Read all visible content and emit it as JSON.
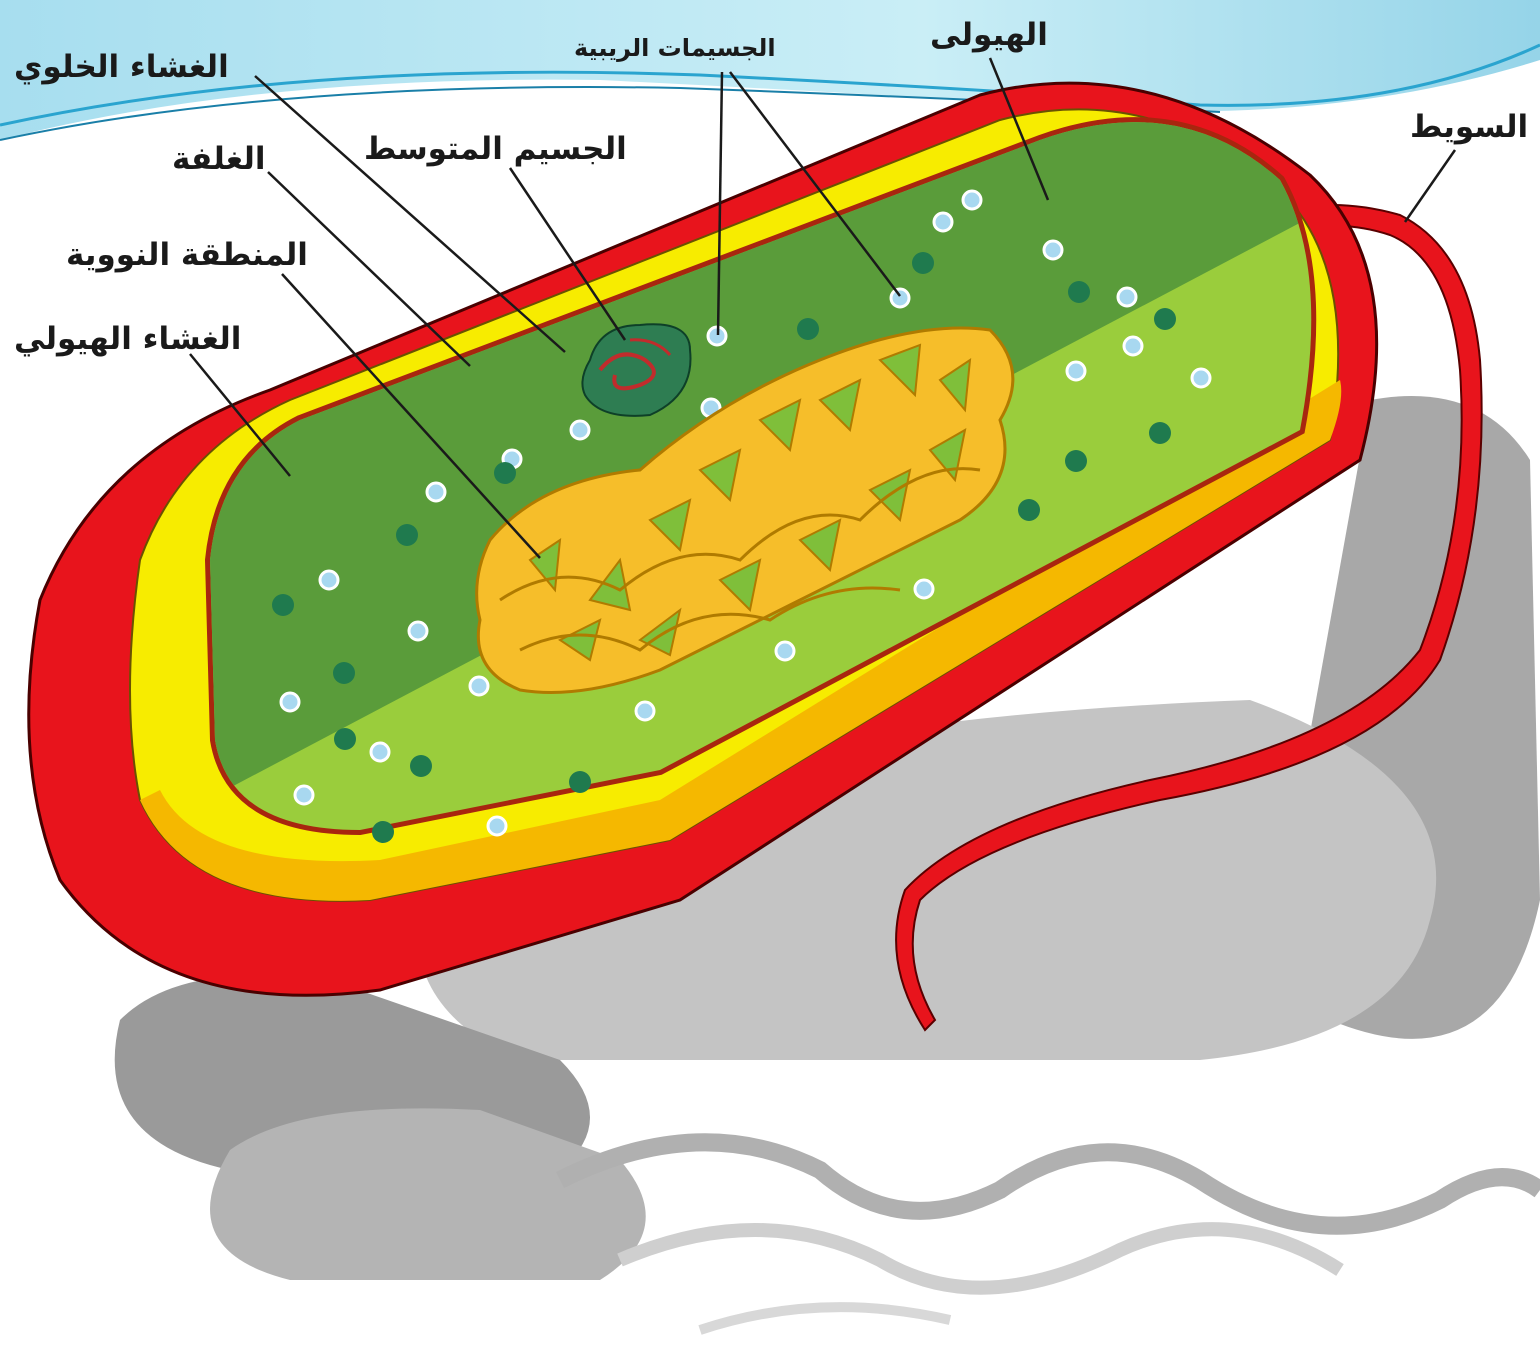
{
  "diagram": {
    "colors": {
      "capsule": "#e8141c",
      "cell_wall": "#f7ec00",
      "cell_wall_inner": "#f5b800",
      "cytoplasm_dark": "#5a9c3a",
      "cytoplasm_light": "#9acd3c",
      "nucleoid": "#f6be2a",
      "mesosome": "#2e7d52",
      "shadow": "#9a9a9a",
      "header_wave": "#7fd0e8"
    },
    "labels": {
      "plasma_membrane": "الغشاء الخلوي",
      "ribosomes": "الجسيمات الريبية",
      "cytoplasm": "الهيولى",
      "flagellum": "السويط",
      "mesosome": "الجسيم المتوسط",
      "capsule": "الغلفة",
      "nucleoid": "المنطقة النووية",
      "cytoplasmic_membrane": "الغشاء الهيولي"
    }
  }
}
